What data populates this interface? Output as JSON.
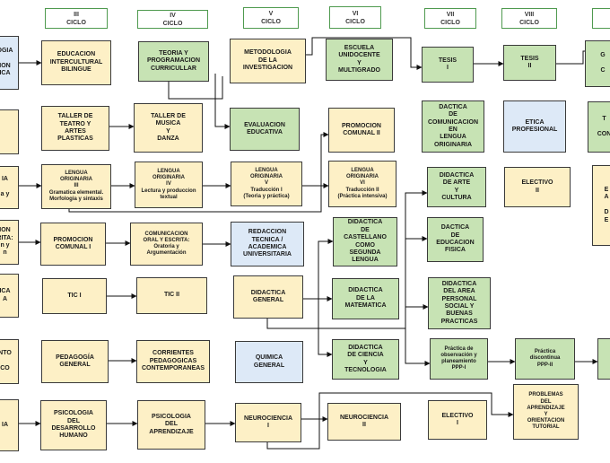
{
  "headers": [
    {
      "id": "h3",
      "label": "III\nCICLO"
    },
    {
      "id": "h4",
      "label": "IV\nCICLO"
    },
    {
      "id": "h5",
      "label": "V\nCICLO"
    },
    {
      "id": "h6",
      "label": "VI\nCICLO"
    },
    {
      "id": "h7",
      "label": "VII\nCICLO"
    },
    {
      "id": "h8",
      "label": "VIII\nCICLO"
    }
  ],
  "courses": [
    {
      "id": "c_l1",
      "label": "OGIA\n\nION\nICA"
    },
    {
      "id": "c_l2",
      "label": ""
    },
    {
      "id": "c_l3",
      "label": "IA\n\na y"
    },
    {
      "id": "c_l4",
      "label": "ION\nRITA:\nn y\nn"
    },
    {
      "id": "c_l5",
      "label": "ICA\nA"
    },
    {
      "id": "c_l6",
      "label": "NTO\n\nCO"
    },
    {
      "id": "c_l7",
      "label": "IA"
    },
    {
      "id": "c_eib",
      "label": "EDUCACION\nINTERCULTURAL\nBILINGUE"
    },
    {
      "id": "c_teatro",
      "label": "TALLER DE\nTEATRO Y\nARTES\nPLASTICAS"
    },
    {
      "id": "c_lo3",
      "label": "LENGUA\nORIGINARIA\nIII\nGramatica elemental.\nMorfologia y sintaxis"
    },
    {
      "id": "c_prom1",
      "label": "PROMOCION\nCOMUNAL I"
    },
    {
      "id": "c_tic1",
      "label": "TIC I"
    },
    {
      "id": "c_pedgen",
      "label": "PEDAGOGÍA\nGENERAL"
    },
    {
      "id": "c_psides",
      "label": "PSICOLOGIA\nDEL\nDESARROLLO\nHUMANO"
    },
    {
      "id": "c_teoria",
      "label": "TEORIA Y\nPROGRAMACION\nCURRICULLAR"
    },
    {
      "id": "c_musica",
      "label": "TALLER DE\nMUSICA\nY\nDANZA"
    },
    {
      "id": "c_lo4",
      "label": "LENGUA\nORIGINARIA\nIV\nLectura y produccion\ntextual"
    },
    {
      "id": "c_comor",
      "label": "COMUNICACION\nORAL Y ESCRITA:\nOratoria y\nArgumentación"
    },
    {
      "id": "c_tic2",
      "label": "TIC II"
    },
    {
      "id": "c_corrientes",
      "label": "CORRIENTES\nPEDAGOGICAS\nCONTEMPORANEAS"
    },
    {
      "id": "c_psiapr",
      "label": "PSICOLOGIA\nDEL\nAPRENDIZAJE"
    },
    {
      "id": "c_metod",
      "label": "METODOLOGIA\nDE LA\nINVESTIGACION"
    },
    {
      "id": "c_evaled",
      "label": "EVALUACION\nEDUCATIVA"
    },
    {
      "id": "c_lo5",
      "label": "LENGUA\nORIGINARIA\nV\nTraducción I\n(Teoria y práctica)"
    },
    {
      "id": "c_redac",
      "label": "REDACCION\nTECNICA /\nACADEMICA\nUNIVERSITARIA"
    },
    {
      "id": "c_didgen",
      "label": "DIDACTICA\nGENERAL"
    },
    {
      "id": "c_quim",
      "label": "QUIMICA\nGENERAL"
    },
    {
      "id": "c_neuro1",
      "label": "NEUROCIENCIA\nI"
    },
    {
      "id": "c_escuela",
      "label": "ESCUELA\nUNIDOCENTE\nY\nMULTIGRADO"
    },
    {
      "id": "c_prom2",
      "label": "PROMOCION\nCOMUNAL II"
    },
    {
      "id": "c_lo6",
      "label": "LENGUA\nORIGINARIA\nVI\nTraducción II\n(Práctica intensiva)"
    },
    {
      "id": "c_didcast",
      "label": "DIDACTICA\nDE\nCASTELLANO\nCOMO\nSEGUNDA\nLENGUA"
    },
    {
      "id": "c_didmat",
      "label": "DIDACTICA\nDE LA\nMATEMATICA"
    },
    {
      "id": "c_didcien",
      "label": "DIDACTICA\nDE CIENCIA\nY\nTECNOLOGIA"
    },
    {
      "id": "c_neuro2",
      "label": "NEUROCIENCIA\nII"
    },
    {
      "id": "c_tesis1",
      "label": "TESIS\nI"
    },
    {
      "id": "c_dcomu",
      "label": "DACTICA\nDE\nCOMUNICACION\nEN\nLENGUA\nORIGINARIA"
    },
    {
      "id": "c_darte",
      "label": "DIDACTICA\nDE ARTE\nY\nCULTURA"
    },
    {
      "id": "c_defis",
      "label": "DACTICA\nDE\nEDUCACION\nFISICA"
    },
    {
      "id": "c_dper",
      "label": "DIDACTICA\nDEL AREA\nPERSONAL\nSOCIAL Y\nBUENAS\nPRACTICAS"
    },
    {
      "id": "c_ppp1",
      "label": "Práctica de\nobservación y\nplaneamiento\nPPP-I"
    },
    {
      "id": "c_elec1",
      "label": "ELECTIVO\nI"
    },
    {
      "id": "c_tesis2",
      "label": "TESIS\nII"
    },
    {
      "id": "c_etica",
      "label": "ETICA\nPROFESIONAL"
    },
    {
      "id": "c_elec2",
      "label": "ELECTIVO\nII"
    },
    {
      "id": "c_ppp2",
      "label": "Práctica\ndiscontinua\nPPP-II"
    },
    {
      "id": "c_problemas",
      "label": "PROBLEMAS\nDEL\nAPRENDIZAJE\nY\nORIENTACION\nTUTORIAL"
    },
    {
      "id": "c_r1",
      "label": "G\n\nC"
    },
    {
      "id": "c_r2",
      "label": "T\n\nCON"
    },
    {
      "id": "c_r3",
      "label": "E\nA\n\nD\nE"
    },
    {
      "id": "c_r4",
      "label": ""
    }
  ]
}
